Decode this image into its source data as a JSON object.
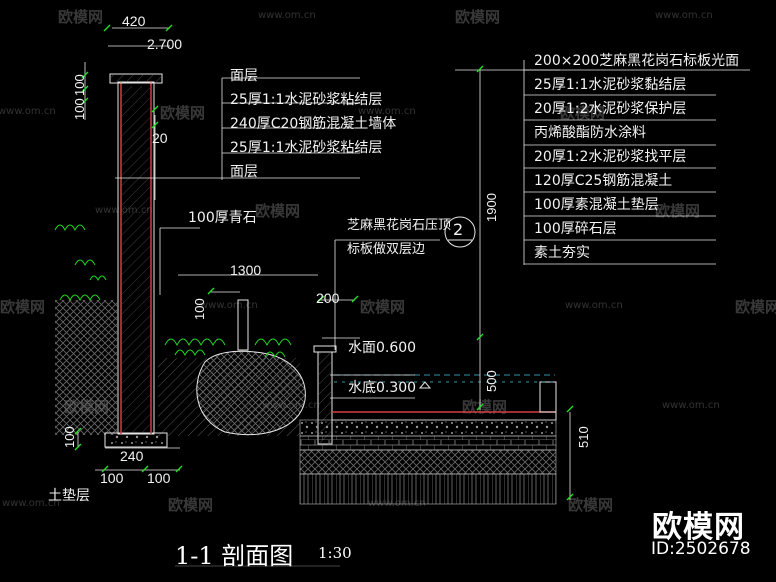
{
  "layers_right": [
    "200×200芝麻黑花岗石标板光面",
    "25厚1:1水泥砂浆黏结层",
    "20厚1:2水泥砂浆保护层",
    "丙烯酸酯防水涂料",
    "20厚1:2水泥砂浆找平层",
    "120厚C25钢筋混凝土",
    "100厚素混凝土垫层",
    "100厚碎石层",
    "素土夯实"
  ],
  "layers_left": [
    "面层",
    "25厚1:1水泥砂浆粘结层",
    "240厚C20钢筋混凝土墙体",
    "25厚1:1水泥砂浆粘结层",
    "面层"
  ],
  "notes": {
    "stone": "100厚青石",
    "coping_line1": "芝麻黑花岗石压顶",
    "coping_line2": "标板做双层边",
    "water_surface": "水面0.600",
    "water_bottom": "水底0.300",
    "cushion": "土垫层",
    "callout": "2"
  },
  "dims": {
    "d420": "420",
    "elev": "2.700",
    "d100a": "100",
    "d100b": "100",
    "d20": "20",
    "d1300": "1300",
    "d200": "200",
    "d100v": "100",
    "d1900": "1900",
    "d500": "500",
    "d510": "510",
    "d240": "240",
    "d100c": "100",
    "d100d": "100",
    "d100e": "100"
  },
  "title": "1-1 剖面图",
  "scale": "1:30",
  "brand": "欧模网",
  "brand_id": "ID:2502678",
  "watermark": "欧模网",
  "watermark_url": "www.om.cn",
  "colors": {
    "background": "#000000",
    "line_white": "#e6e6e6",
    "line_green": "#22dd22",
    "hatch_gray": "#8a8a8a",
    "wall_red": "#d04040",
    "water_cyan": "#40c8e0"
  }
}
